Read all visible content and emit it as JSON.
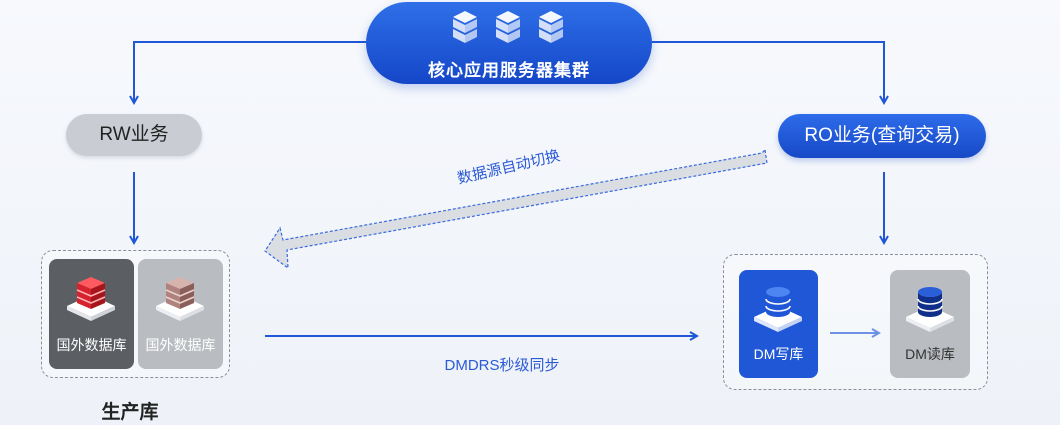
{
  "core": {
    "label": "核心应用服务器集群",
    "icon": "server-stack-icon"
  },
  "services": {
    "rw": "RW业务",
    "ro": "RO业务(查询交易)"
  },
  "production": {
    "caption": "生产库",
    "db_primary": "国外数据库",
    "db_secondary": "国外数据库"
  },
  "dm": {
    "write": "DM写库",
    "read": "DM读库"
  },
  "links": {
    "sync": "DMDRS秒级同步",
    "switch": "数据源自动切换"
  },
  "colors": {
    "primary_blue": "#1f57d6",
    "pill_gray": "#c9cdd3",
    "tile_dark": "#5b5e63",
    "tile_light": "#b9bcc1",
    "db_red": "#d6222c",
    "db_brown": "#b0827e"
  }
}
